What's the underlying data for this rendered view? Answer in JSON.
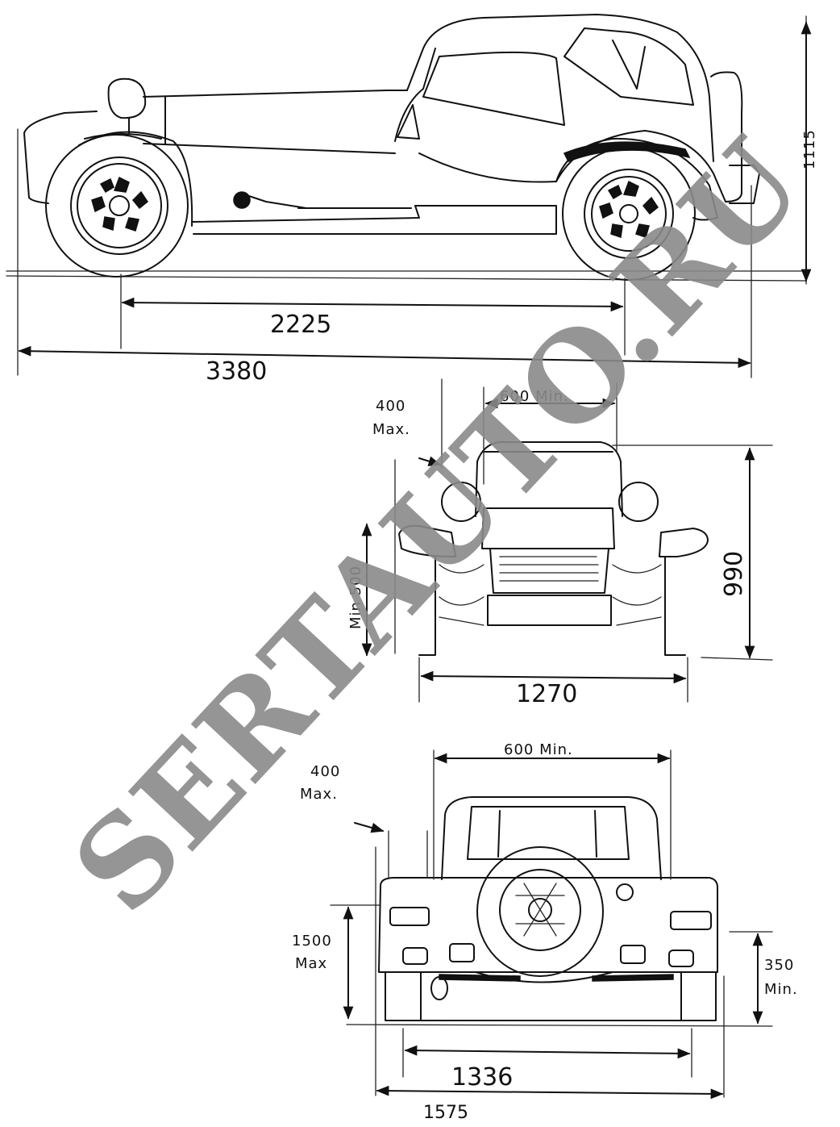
{
  "side_view": {
    "wheelbase": "2225",
    "overall_length": "3380",
    "height": "1115"
  },
  "front_view": {
    "max_400": "400",
    "max_label": "Max.",
    "min_600": "600 Min.",
    "ground_min": "Min 500",
    "height": "990",
    "width": "1270"
  },
  "rear_view": {
    "min_600": "600 Min.",
    "max_400": "400",
    "max_label": "Max.",
    "max_1500": "1500",
    "max_1500_label": "Max",
    "min_350": "350",
    "min_350_label": "Min.",
    "track": "1336",
    "overall_width": "1575"
  },
  "watermark": "SERTAUTO.RU"
}
